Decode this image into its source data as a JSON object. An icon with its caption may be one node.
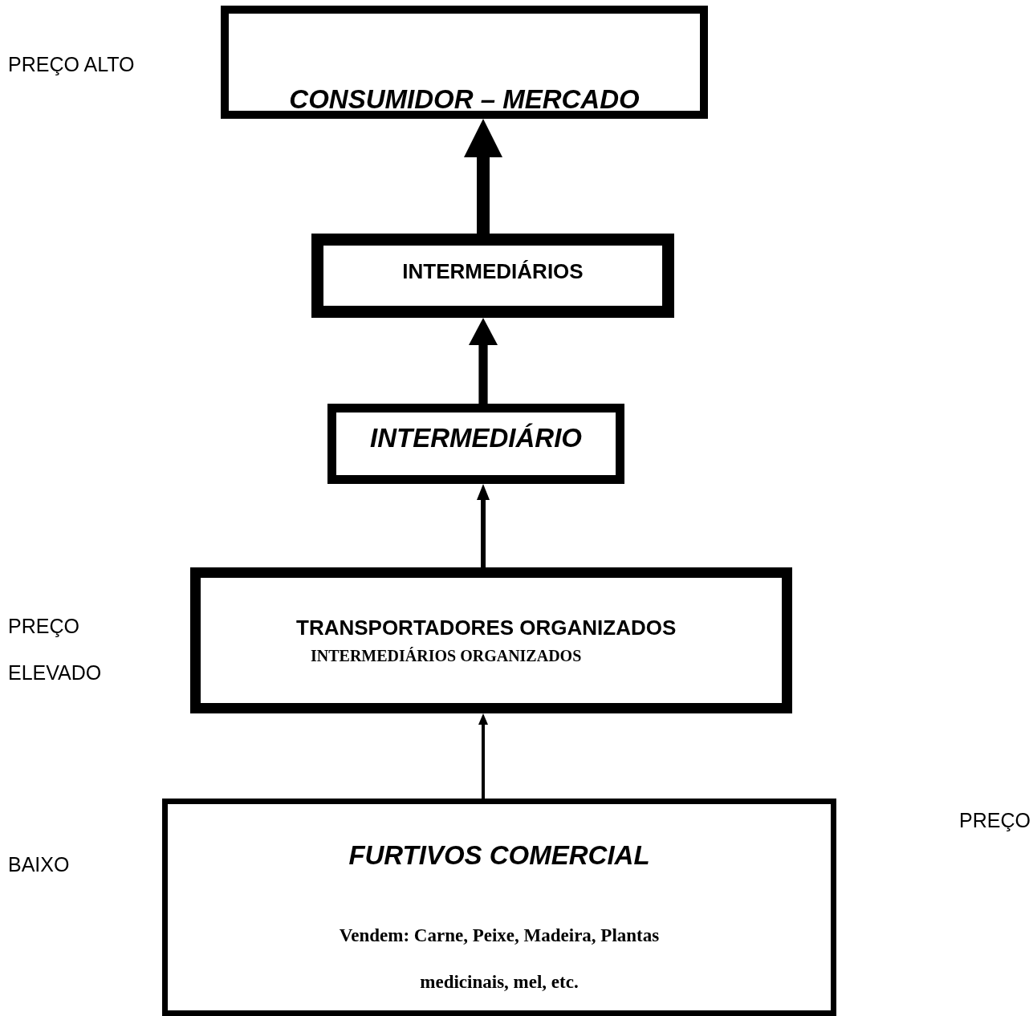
{
  "diagram": {
    "nodes": [
      {
        "text": [
          "CONSUMIDOR – MERCADO"
        ]
      },
      {
        "text": [
          "INTERMEDIÁRIOS"
        ]
      },
      {
        "text": [
          "INTERMEDIÁRIO"
        ]
      },
      {
        "text": [
          "TRANSPORTADORES ORGANIZADOS",
          "INTERMEDIÁRIOS ORGANIZADOS"
        ]
      },
      {
        "text": [
          "FURTIVOS COMERCIAL",
          "Vendem: Carne, Peixe, Madeira, Plantas medicinais, mel, etc."
        ]
      }
    ],
    "edges": [
      {
        "from": 4,
        "to": 3,
        "arrow": "to"
      },
      {
        "from": 3,
        "to": 2,
        "arrow": "to"
      },
      {
        "from": 2,
        "to": 1,
        "arrow": "to",
        "style": "thick"
      },
      {
        "from": 1,
        "to": 0,
        "arrow": "to",
        "style": "thick"
      }
    ],
    "labels": [
      "PREÇO ALTO",
      "PREÇO",
      "ELEVADO",
      "PREÇO",
      "BAIXO"
    ]
  }
}
